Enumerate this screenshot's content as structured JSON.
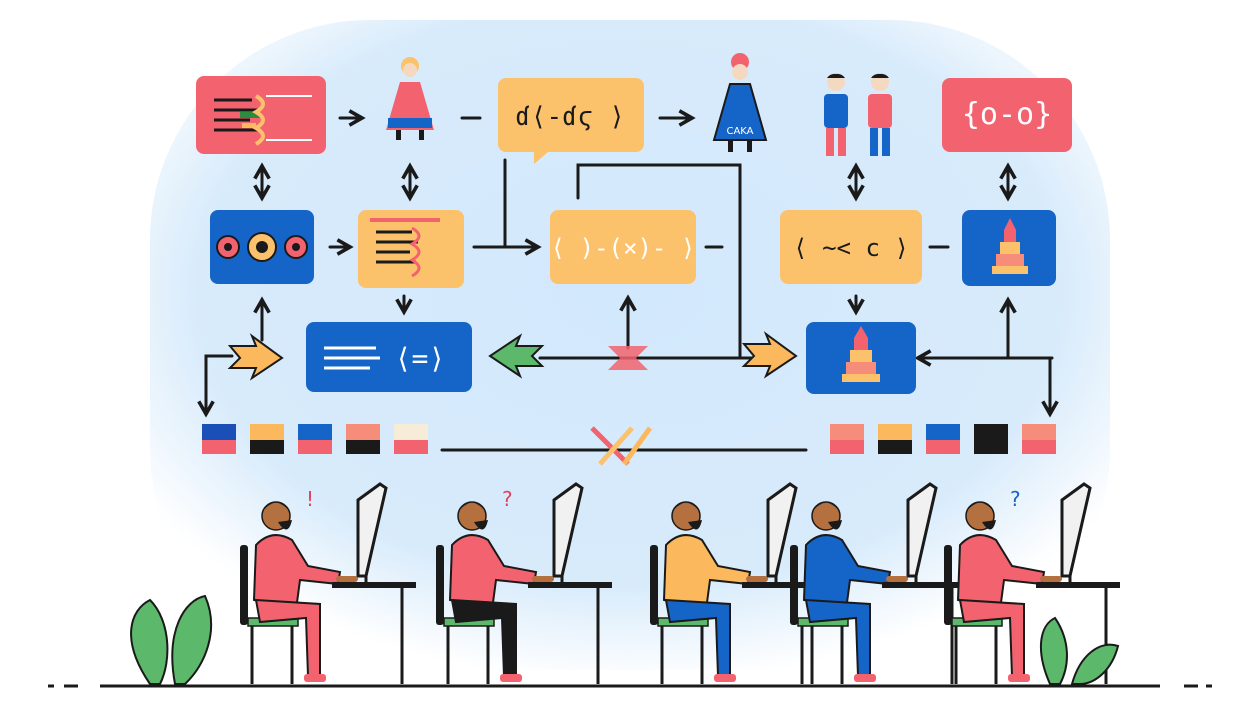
{
  "colors": {
    "background_glow": "#cfe6fb",
    "pink": "#f2636f",
    "yellow": "#fbc26b",
    "blue": "#1565c8",
    "line": "#1a1a1a",
    "green": "#5cb86a",
    "skin": "#b5703f"
  },
  "nodes": {
    "top_pink": {
      "glyph": "",
      "icon": "woven-pattern-icon"
    },
    "top_yellow": {
      "glyph": "ɗ⟨-ɗϛ ⟩",
      "icon": ""
    },
    "top_right_pink": {
      "glyph": "{o-o}",
      "icon": ""
    },
    "mid_blue_left": {
      "glyph": "",
      "icon": "ornament-pattern-icon"
    },
    "mid_yellow_left": {
      "glyph": "",
      "icon": "woven-pattern-icon"
    },
    "mid_yellow_center": {
      "glyph": "⟨ )-(×)- ⟩",
      "icon": ""
    },
    "mid_yellow_right": {
      "glyph": "⟨ ~< c ⟩",
      "icon": ""
    },
    "mid_blue_right": {
      "glyph": "",
      "icon": "temple-icon"
    },
    "bottom_blue_wide": {
      "glyph": "⟨=⟩",
      "icon": "lines-icon"
    },
    "bottom_blue_right": {
      "glyph": "",
      "icon": "temple-icon"
    }
  },
  "figures": {
    "doll_red": {
      "icon": "folk-costume-figure-icon"
    },
    "doll_blue": {
      "icon": "folk-costume-figure-icon",
      "label": "CAKA"
    },
    "pair": {
      "icon": "two-people-icon"
    }
  },
  "flags_left": [
    "#1a4fb8",
    "#fbb85c",
    "#1565c8",
    "#f58d7a",
    "#f7ecd8"
  ],
  "flags_right": [
    "#f58d7a",
    "#fbb85c",
    "#1565c8",
    "#1a1a1a",
    "#f58d7a"
  ],
  "people": [
    {
      "shirt": "#f2636f",
      "pants": "#f2636f",
      "mark": "!",
      "mark_color": "#e0445a"
    },
    {
      "shirt": "#f2636f",
      "pants": "#1a1a1a",
      "mark": "?",
      "mark_color": "#e0445a"
    },
    {
      "shirt": "#fbb85c",
      "pants": "#1565c8",
      "mark": "",
      "mark_color": ""
    },
    {
      "shirt": "#1565c8",
      "pants": "#1565c8",
      "mark": "",
      "mark_color": ""
    },
    {
      "shirt": "#f2636f",
      "pants": "#f2636f",
      "mark": "?",
      "mark_color": "#1565c8"
    }
  ]
}
